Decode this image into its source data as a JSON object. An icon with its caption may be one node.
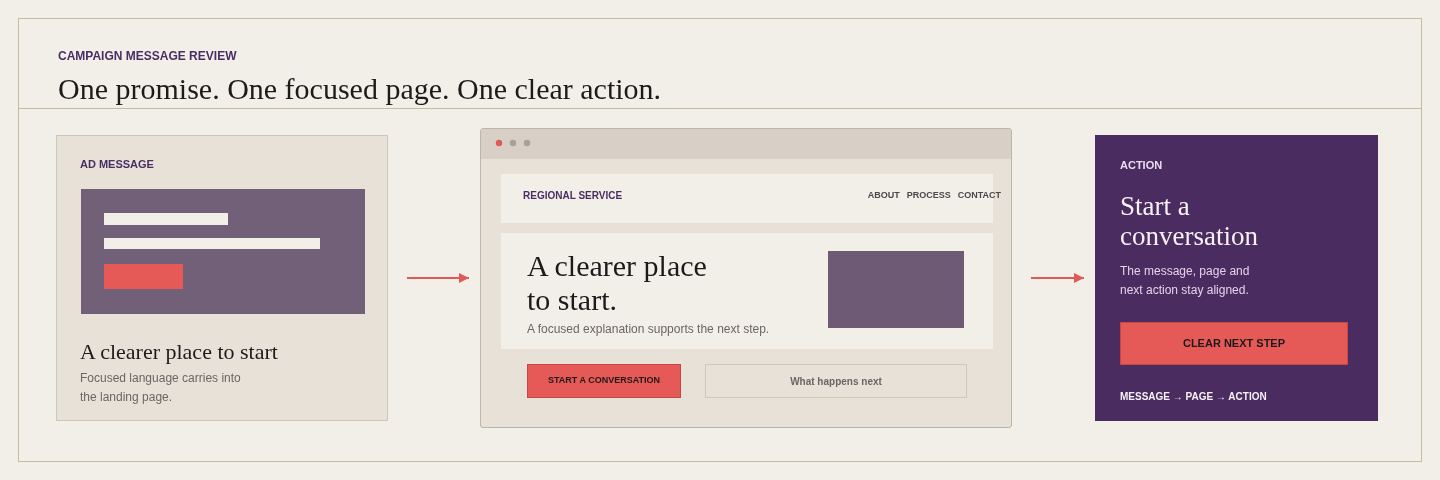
{
  "diagram": {
    "title": "One promise. One focused page. One clear action.",
    "nodes": [
      {
        "text": [
          "AD MESSAGE",
          "A clearer place to start",
          "Focused language carries into the landing page."
        ]
      },
      {
        "text": [],
        "shape": "box"
      },
      {
        "text": [
          "REGIONAL SERVICE",
          "ABOUT",
          "PROCESS",
          "CONTACT"
        ],
        "in": 1
      },
      {
        "text": [
          "A clearer place to start.",
          "A focused explanation supports the next step."
        ],
        "in": 1
      },
      {
        "text": [
          "START A CONVERSATION"
        ],
        "in": 1
      },
      {
        "text": [
          "What happens next"
        ],
        "in": 1
      },
      {
        "text": [
          "ACTION",
          "Start a conversation",
          "The message, page and next action stay aligned.",
          "MESSAGE → PAGE → ACTION"
        ]
      },
      {
        "text": [
          "CLEAR NEXT STEP"
        ],
        "in": 6
      }
    ],
    "edges": [
      {
        "from": 0,
        "to": 1,
        "arrow": "to"
      },
      {
        "from": 1,
        "to": 6,
        "arrow": "to"
      }
    ],
    "labels": [
      "CAMPAIGN MESSAGE REVIEW"
    ]
  }
}
